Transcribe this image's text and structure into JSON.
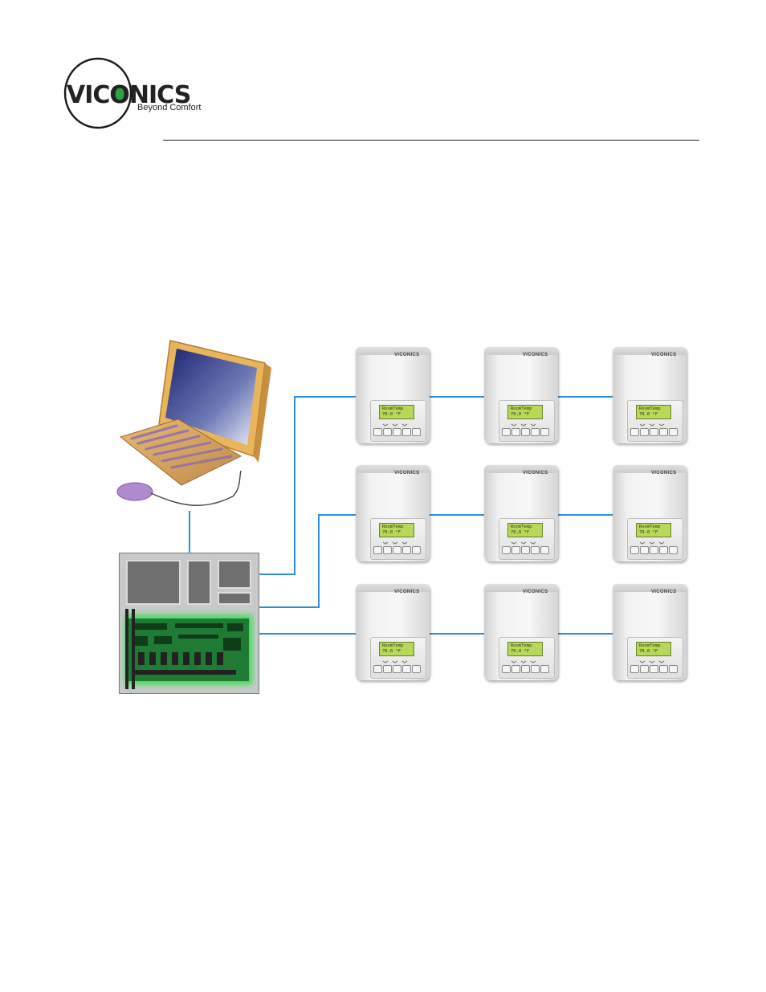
{
  "logo": {
    "wordmark": "VICONICS",
    "tagline": "Beyond Comfort"
  },
  "thermostat": {
    "brand": "VICONICS",
    "lcd_line1": "RoomTemp",
    "lcd_line2": "70.0 °F"
  },
  "colors": {
    "network_line": "#2e8fd6",
    "lcd": "#b8d85a",
    "board_glow": "#28e040",
    "controller_box": "#c9c9c9"
  },
  "nodes": {
    "workstation": "computer-workstation-icon",
    "controller": "network-controller-icon",
    "thermostats": [
      {
        "row": 1,
        "col": 1
      },
      {
        "row": 1,
        "col": 2
      },
      {
        "row": 1,
        "col": 3
      },
      {
        "row": 2,
        "col": 1
      },
      {
        "row": 2,
        "col": 2
      },
      {
        "row": 2,
        "col": 3
      },
      {
        "row": 3,
        "col": 1
      },
      {
        "row": 3,
        "col": 2
      },
      {
        "row": 3,
        "col": 3
      }
    ]
  }
}
